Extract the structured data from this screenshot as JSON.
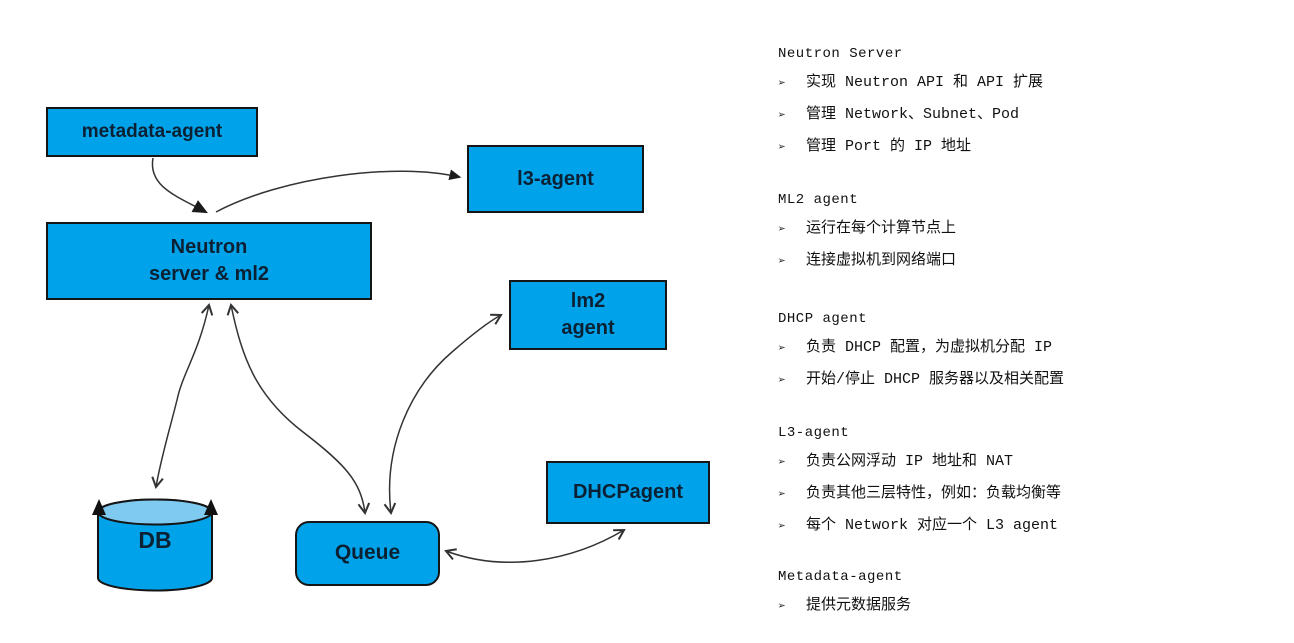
{
  "diagram": {
    "nodes": {
      "metadata_agent": {
        "label": "metadata-agent"
      },
      "neutron_server": {
        "label_line1": "Neutron",
        "label_line2": "server & ml2"
      },
      "l3_agent": {
        "label": "l3-agent"
      },
      "lm2_agent": {
        "label_line1": "lm2",
        "label_line2": "agent"
      },
      "dhcp_agent": {
        "label": "DHCPagent"
      },
      "queue": {
        "label": "Queue"
      },
      "db": {
        "label": "DB"
      }
    },
    "edges": [
      "metadata-agent -> neutron-server",
      "neutron-server -> l3-agent",
      "neutron-server <-> db",
      "neutron-server <-> queue",
      "queue <-> lm2-agent",
      "dhcp-agent <-> queue"
    ],
    "colors": {
      "node_fill": "#00a3ea",
      "node_border": "#151515",
      "node_text": "#0b2133",
      "db_top_fill": "#7ecaf1",
      "arrow": "#333333"
    }
  },
  "notes": {
    "bullet_char": "➢",
    "sections": [
      {
        "title": "Neutron Server",
        "bullets": [
          "实现 Neutron API 和 API 扩展",
          "管理 Network、Subnet、Pod",
          "管理 Port 的 IP 地址"
        ]
      },
      {
        "title": "ML2 agent",
        "bullets": [
          "运行在每个计算节点上",
          "连接虚拟机到网络端口"
        ]
      },
      {
        "title": "DHCP agent",
        "bullets": [
          "负责 DHCP 配置，为虚拟机分配 IP",
          "开始/停止 DHCP 服务器以及相关配置"
        ]
      },
      {
        "title": "L3-agent",
        "bullets": [
          "负责公网浮动 IP 地址和 NAT",
          "负责其他三层特性，例如：负载均衡等",
          "每个 Network 对应一个 L3 agent"
        ]
      },
      {
        "title": "Metadata-agent",
        "bullets": [
          "提供元数据服务"
        ]
      }
    ]
  }
}
